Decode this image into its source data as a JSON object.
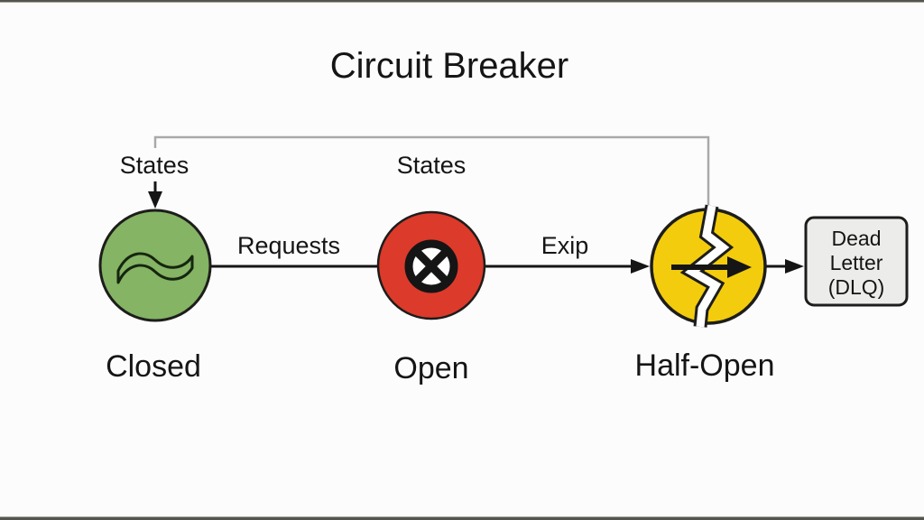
{
  "title": "Circuit Breaker",
  "edges": {
    "states_top_label": "States",
    "states_mid_label": "States",
    "requests_label": "Requests",
    "exip_label": "Exip"
  },
  "nodes": {
    "closed": {
      "label": "Closed",
      "color": "#84b464",
      "icon": "wave-icon"
    },
    "open": {
      "label": "Open",
      "color": "#dc3a2b",
      "icon": "circle-x-icon"
    },
    "half_open": {
      "label": "Half-Open",
      "color": "#f3cc0d",
      "icon": "broken-arrow-icon"
    }
  },
  "dlq": {
    "line1": "Dead",
    "line2": "Letter",
    "line3": "(DLQ)",
    "fill": "#ececea"
  },
  "colors": {
    "background": "#fcfcfc",
    "stroke_dark": "#1d1d1b",
    "flow_line": "#151515",
    "loop_line": "#a9a9a9",
    "frame_edge": "#55554f"
  }
}
